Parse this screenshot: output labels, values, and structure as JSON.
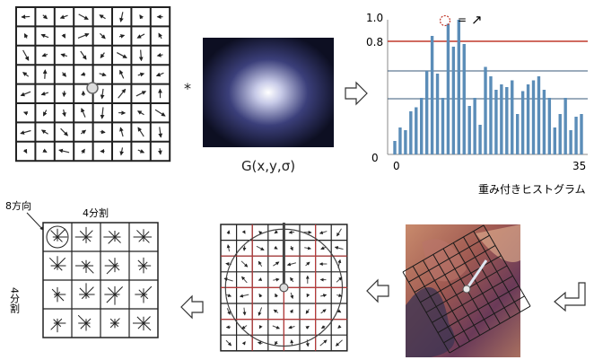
{
  "multiply_symbol": "*",
  "gaussian_label": "G(x,y,σ)",
  "histogram": {
    "label_top": "1.0",
    "label_threshold": "0.8",
    "label_zero": "0",
    "x_start": "0",
    "x_end": "35",
    "caption": "重み付きヒストグラム",
    "legend_eq": "=",
    "legend_arrow": "↗"
  },
  "descriptor": {
    "label_8dir": "8方向",
    "label_4div_top": "4分割",
    "label_4div_side": "4分割"
  },
  "chart_data": {
    "type": "bar",
    "title": "重み付きヒストグラム",
    "xlim": [
      0,
      35
    ],
    "ylim": [
      0,
      1.0
    ],
    "threshold": 0.8,
    "reference_lines": [
      0.6,
      0.45
    ],
    "values": [
      0.1,
      0.2,
      0.18,
      0.32,
      0.35,
      0.42,
      0.62,
      0.88,
      0.6,
      0.42,
      0.97,
      0.8,
      1.0,
      0.82,
      0.36,
      0.42,
      0.22,
      0.65,
      0.58,
      0.48,
      0.52,
      0.5,
      0.55,
      0.3,
      0.47,
      0.52,
      0.55,
      0.58,
      0.48,
      0.42,
      0.2,
      0.3,
      0.42,
      0.18,
      0.28,
      0.3
    ]
  }
}
